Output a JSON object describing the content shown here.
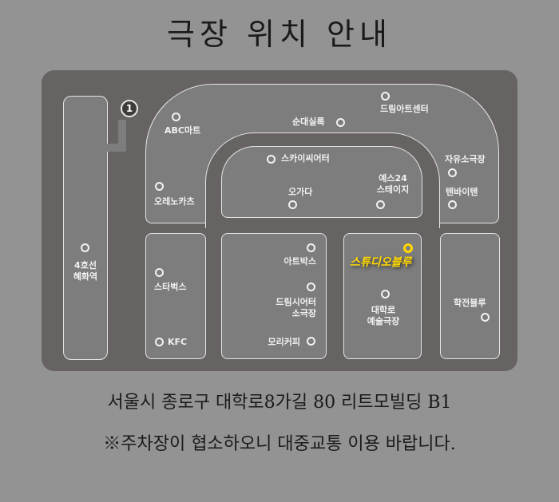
{
  "title": "극장 위치 안내",
  "exit_number": "1",
  "station": "4호선\n혜화역",
  "places": {
    "abc": "ABC마트",
    "orenokatsu": "오레노카츠",
    "sundae": "순대실록",
    "dreamart": "드림아트센터",
    "skytheater": "스카이씨어터",
    "ogada": "오가다",
    "yes24": "예스24\n스테이지",
    "jayu": "자유소극장",
    "tenbyten": "텐바이텐",
    "starbucks": "스타벅스",
    "kfc": "KFC",
    "artbox": "아트박스",
    "dreamtheater": "드림시어터\n소극장",
    "mori": "모리커피",
    "studioblue": "스튜디오블루",
    "daehakro": "대학로\n예술극장",
    "hakjeon": "학전블루"
  },
  "highlight_color": "#ffd800",
  "address": "서울시 종로구 대학로8가길 80 리트모빌딩 B1",
  "notice": "※주차장이 협소하오니 대중교통 이용 바랍니다."
}
